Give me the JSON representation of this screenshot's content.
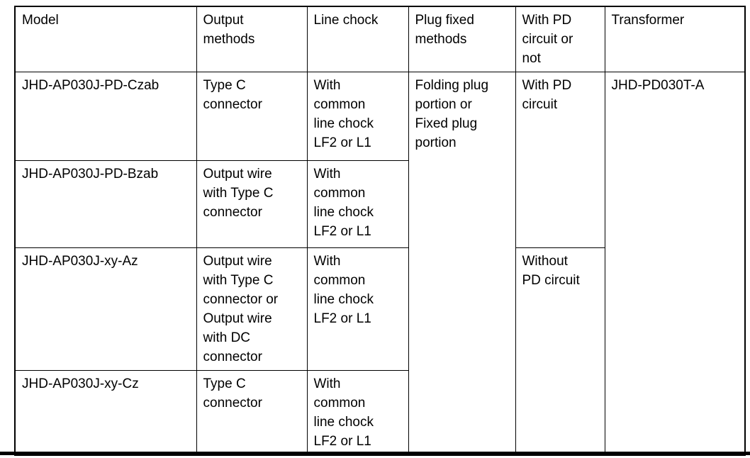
{
  "table": {
    "header": {
      "model": "Model",
      "output_methods": "Output\nmethods",
      "line_chock": "Line chock",
      "plug_fixed_methods": "Plug fixed\nmethods",
      "pd_circuit": "With PD\ncircuit or\nnot",
      "transformer": "Transformer"
    },
    "rows": [
      {
        "model": "JHD-AP030J-PD-Czab",
        "output_methods": "Type C\nconnector",
        "line_chock": "With\ncommon\nline chock\nLF2 or L1"
      },
      {
        "model": "JHD-AP030J-PD-Bzab",
        "output_methods": "Output wire\nwith Type C\nconnector",
        "line_chock": "With\ncommon\nline chock\nLF2 or L1"
      },
      {
        "model": "JHD-AP030J-xy-Az",
        "output_methods": "Output wire\nwith Type C\nconnector or\nOutput wire\nwith DC\nconnector",
        "line_chock": "With\ncommon\nline chock\nLF2 or L1"
      },
      {
        "model": "JHD-AP030J-xy-Cz",
        "output_methods": "Type C\nconnector",
        "line_chock": "With\ncommon\nline chock\nLF2 or L1"
      }
    ],
    "merged": {
      "plug_fixed_methods": "Folding plug\nportion or\nFixed plug\nportion",
      "pd_with_circuit": "With PD\ncircuit",
      "pd_without_circuit": "Without\nPD circuit",
      "transformer": "JHD-PD030T-A"
    }
  },
  "colors": {
    "border": "#000000",
    "text": "#000000",
    "background": "#ffffff"
  }
}
